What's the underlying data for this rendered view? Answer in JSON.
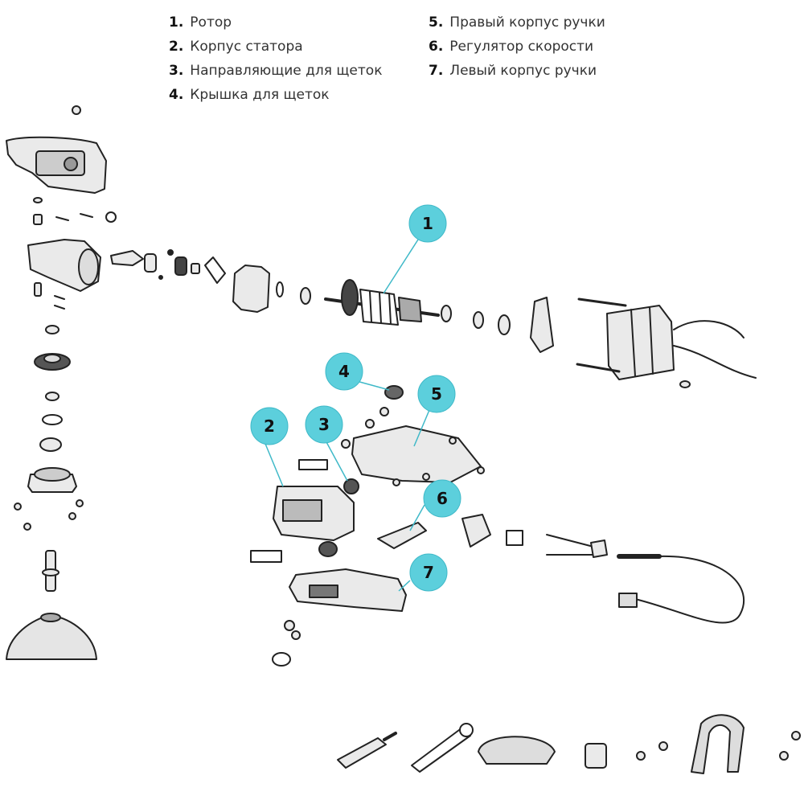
{
  "title": "Exploded view diagram",
  "legend": {
    "left": [
      {
        "num": "1.",
        "label": "Ротор"
      },
      {
        "num": "2.",
        "label": "Корпус статора"
      },
      {
        "num": "3.",
        "label": "Направляющие для щеток"
      },
      {
        "num": "4.",
        "label": "Крышка для щеток"
      }
    ],
    "right": [
      {
        "num": "5.",
        "label": "Правый корпус ручки"
      },
      {
        "num": "6.",
        "label": "Регулятор скорости"
      },
      {
        "num": "7.",
        "label": "Левый корпус ручки"
      }
    ]
  },
  "callouts": [
    {
      "id": "1",
      "text": "1"
    },
    {
      "id": "2",
      "text": "2"
    },
    {
      "id": "3",
      "text": "3"
    },
    {
      "id": "4",
      "text": "4"
    },
    {
      "id": "5",
      "text": "5"
    },
    {
      "id": "6",
      "text": "6"
    },
    {
      "id": "7",
      "text": "7"
    }
  ],
  "colors": {
    "callout_fill": "#5ccfdc",
    "callout_stroke": "#3fb9c8",
    "line_art": "#222222",
    "part_fill": "#e8e8e8"
  }
}
